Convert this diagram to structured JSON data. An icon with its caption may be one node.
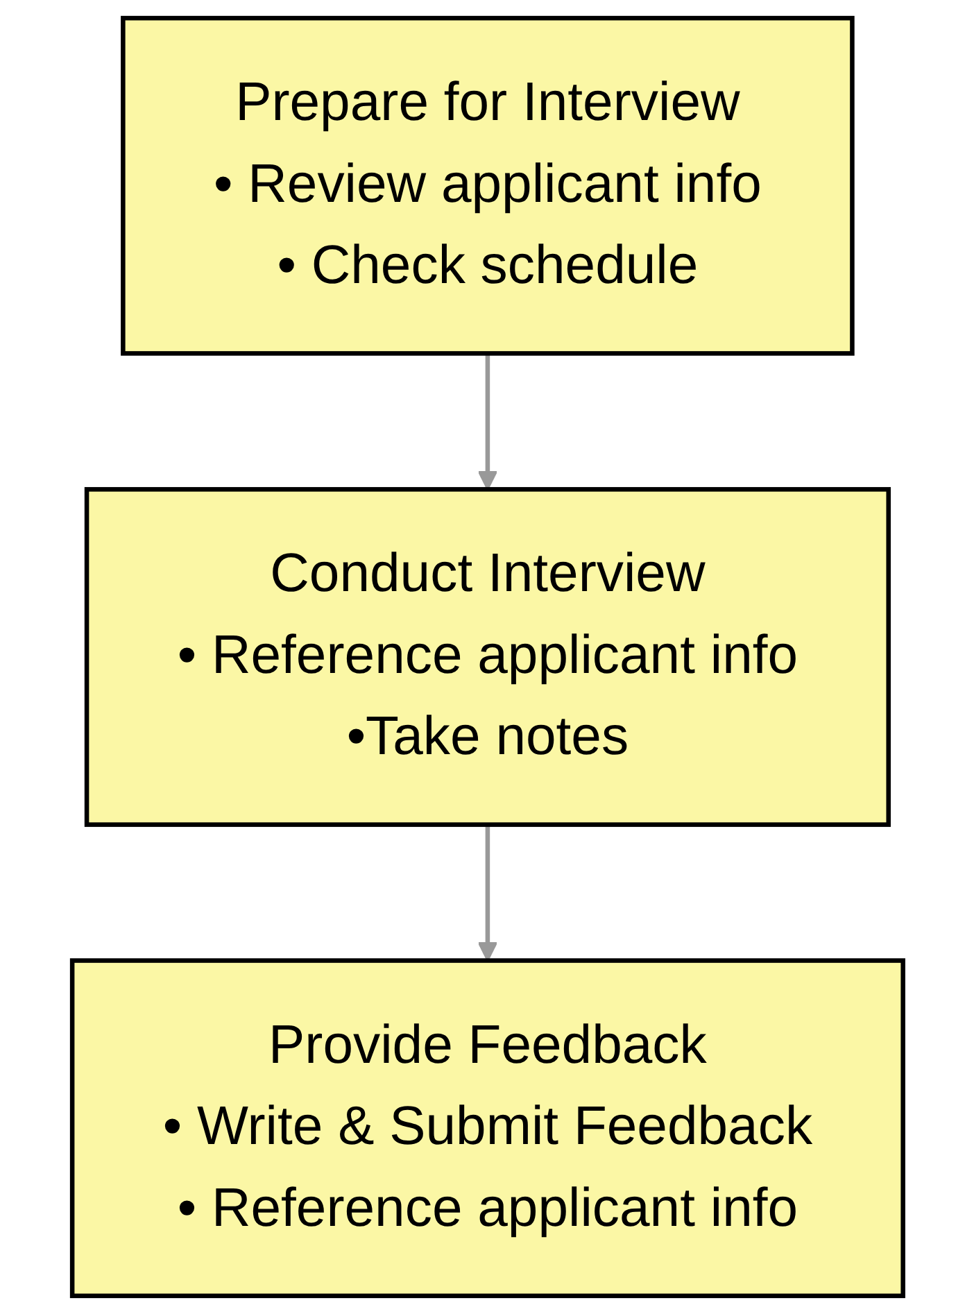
{
  "diagram": {
    "nodes": [
      {
        "text": [
          "Prepare for Interview",
          "• Review applicant info",
          "• Check schedule"
        ]
      },
      {
        "text": [
          "Conduct Interview",
          "• Reference applicant info",
          "•Take notes"
        ]
      },
      {
        "text": [
          "Provide Feedback",
          "• Write & Submit Feedback",
          "• Reference applicant info"
        ]
      }
    ],
    "edges": [
      {
        "from": 0,
        "to": 1,
        "arrow": "to"
      },
      {
        "from": 1,
        "to": 2,
        "arrow": "to"
      }
    ]
  }
}
